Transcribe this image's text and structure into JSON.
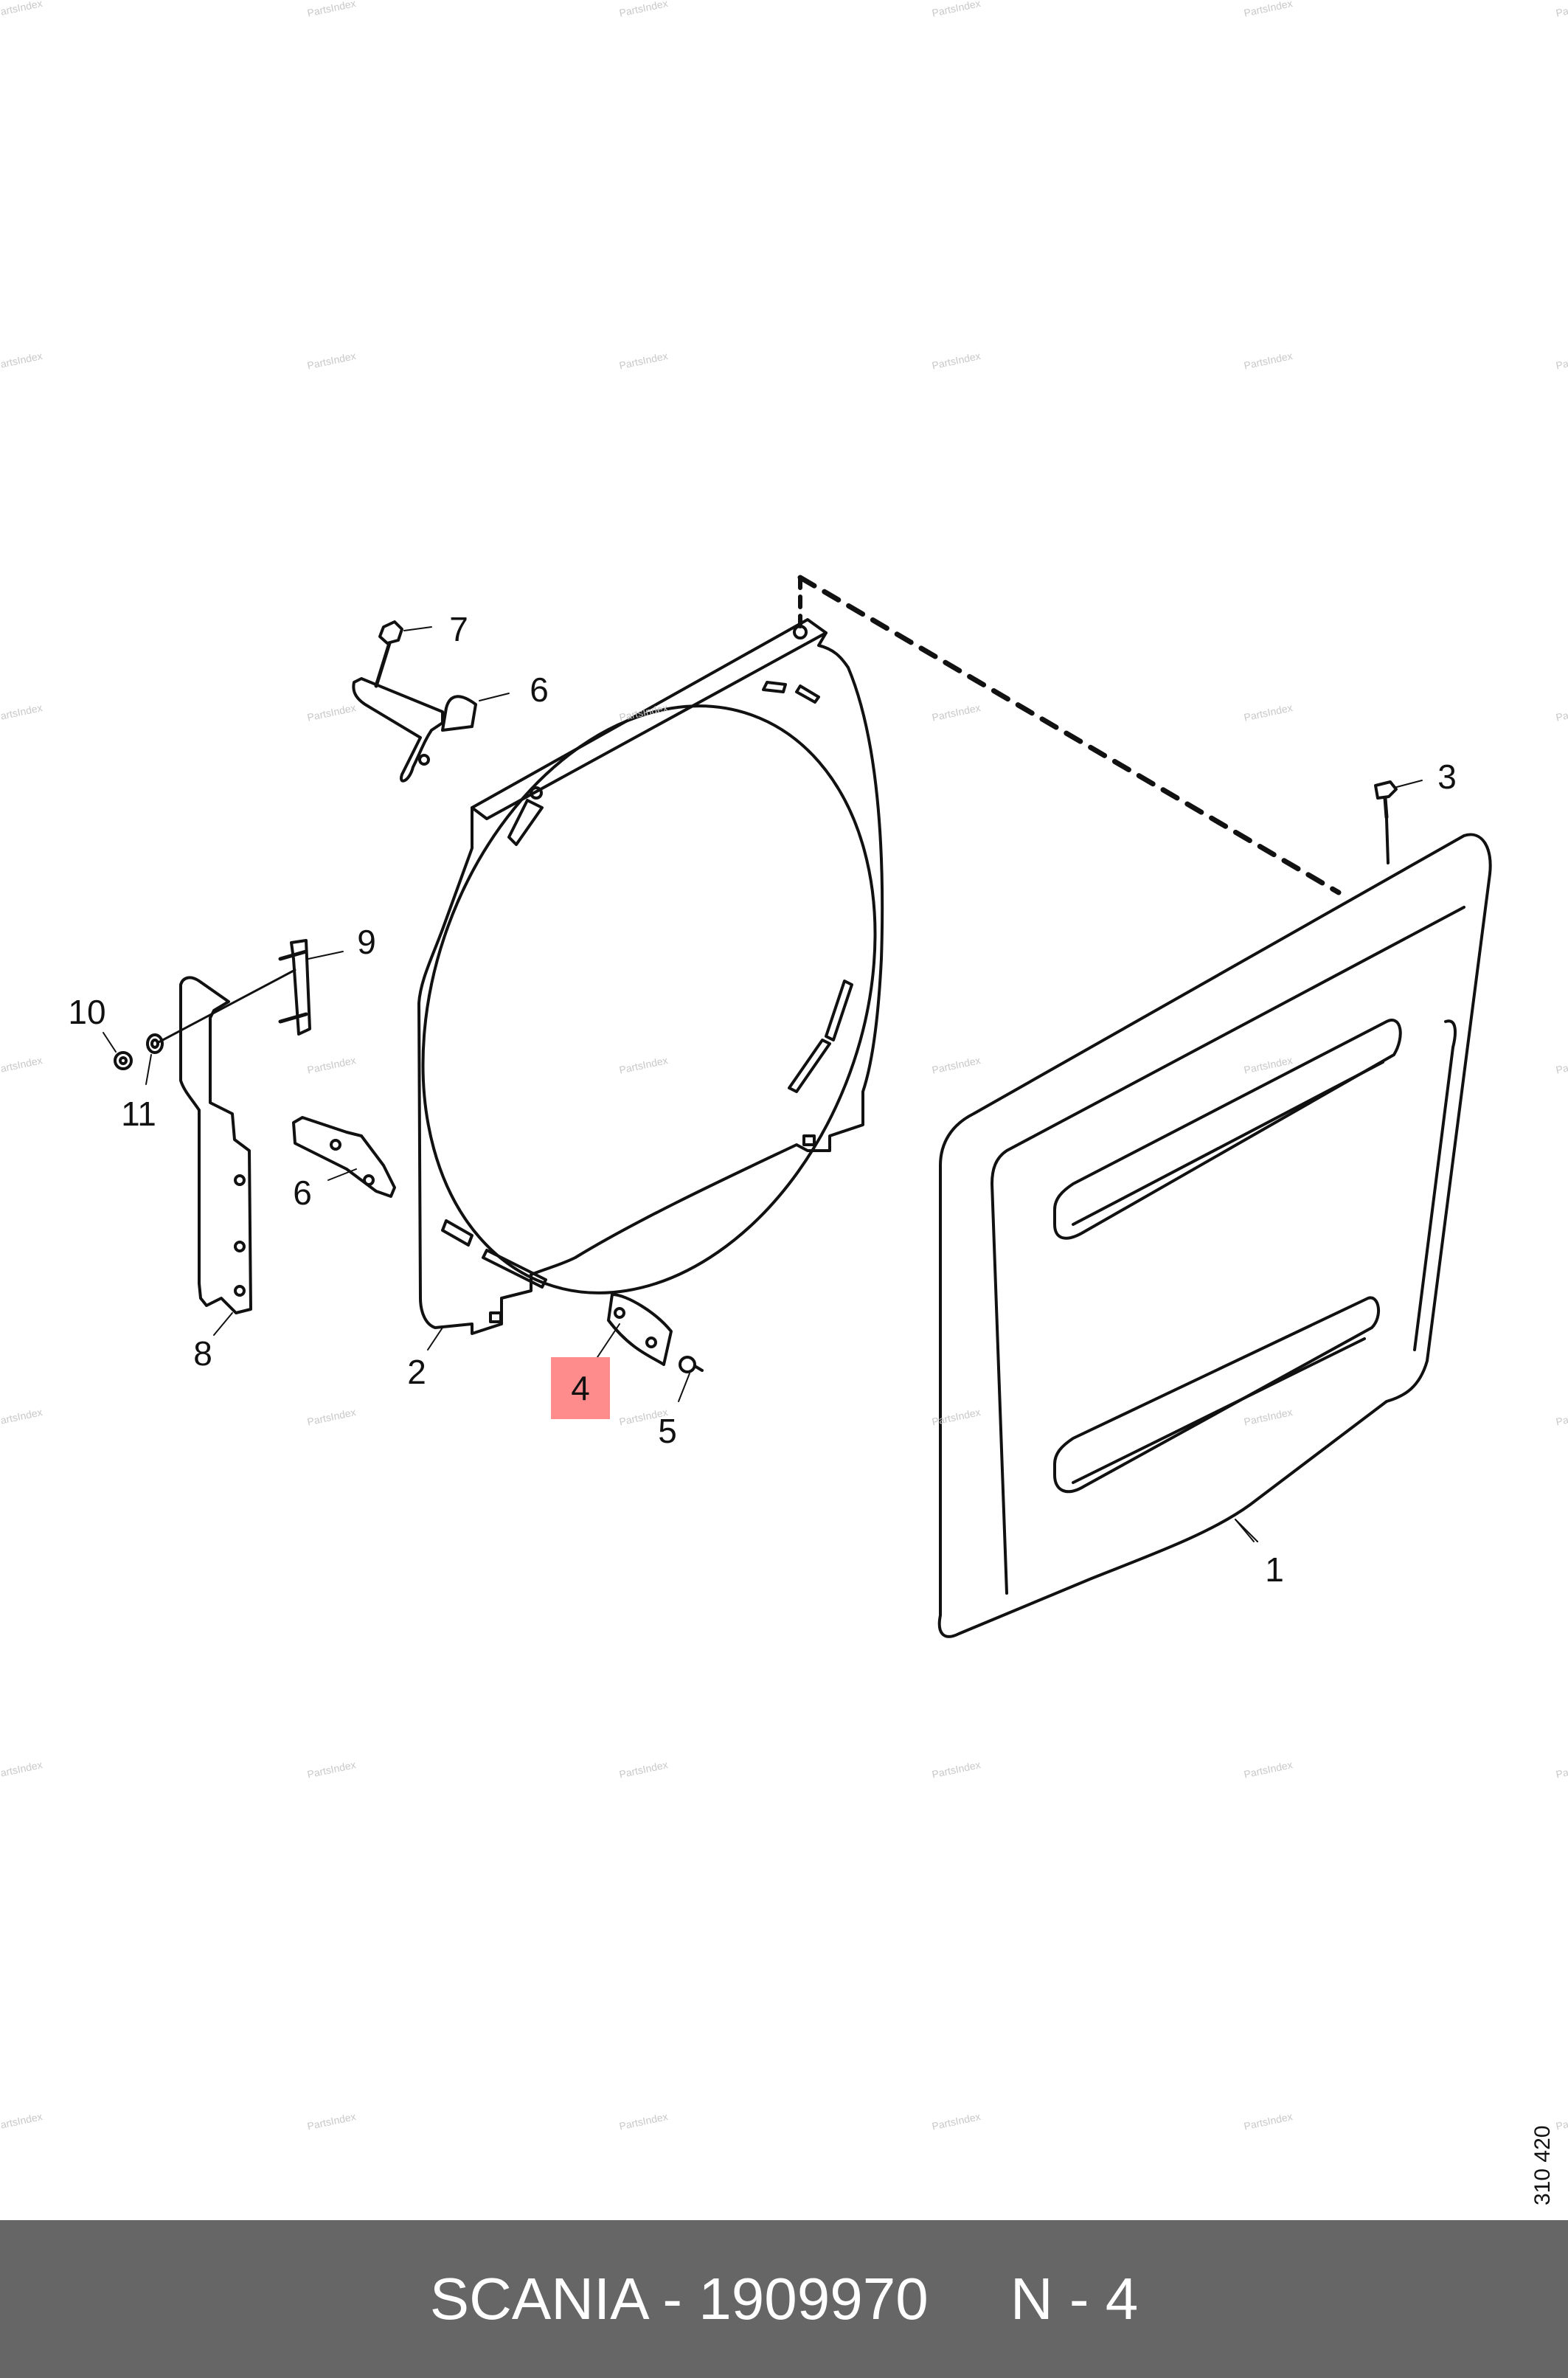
{
  "watermark": "PartsIndex",
  "callouts": [
    {
      "id": "1",
      "label": "1"
    },
    {
      "id": "2",
      "label": "2"
    },
    {
      "id": "3",
      "label": "3"
    },
    {
      "id": "4",
      "label": "4",
      "highlighted": true
    },
    {
      "id": "5",
      "label": "5"
    },
    {
      "id": "6a",
      "label": "6"
    },
    {
      "id": "6b",
      "label": "6"
    },
    {
      "id": "7",
      "label": "7"
    },
    {
      "id": "8",
      "label": "8"
    },
    {
      "id": "9",
      "label": "9"
    },
    {
      "id": "10",
      "label": "10"
    },
    {
      "id": "11",
      "label": "11"
    }
  ],
  "reference_number": "310 420",
  "footer": {
    "text": "SCANIA - 1909970     N - 4",
    "background": "#666666",
    "text_color": "#ffffff"
  },
  "colors": {
    "line": "#111111",
    "highlight": "#ff8c8c",
    "watermark": "#c8c8c8"
  }
}
